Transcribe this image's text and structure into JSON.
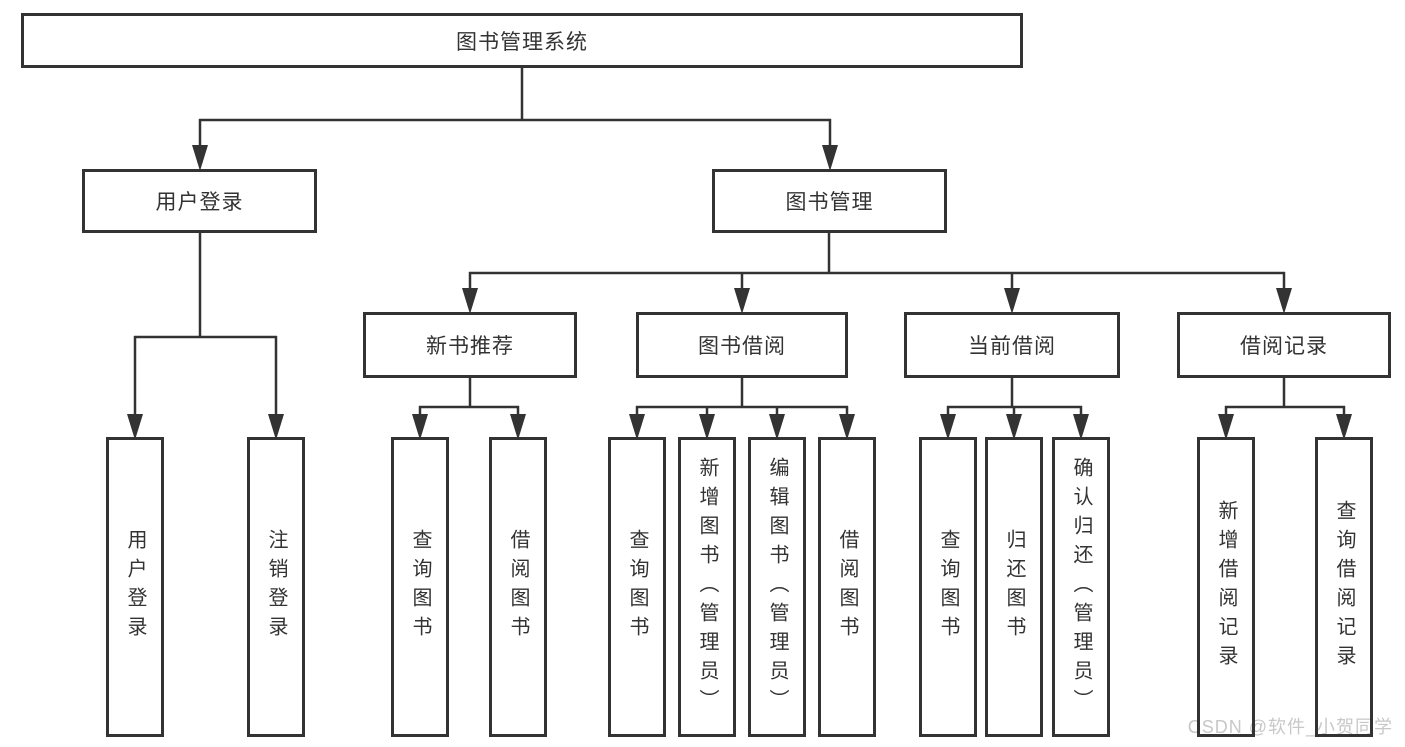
{
  "diagram": {
    "root": "图书管理系统",
    "user_login": {
      "label": "用户登录",
      "children": [
        "用户登录",
        "注销登录"
      ]
    },
    "book_mgmt": {
      "label": "图书管理",
      "sections": {
        "new_book_recommend": {
          "label": "新书推荐",
          "children": [
            "查询图书",
            "借阅图书"
          ]
        },
        "book_borrow": {
          "label": "图书借阅",
          "children": [
            "查询图书",
            "新增图书（管理员）",
            "编辑图书（管理员）",
            "借阅图书"
          ]
        },
        "current_borrow": {
          "label": "当前借阅",
          "children": [
            "查询图书",
            "归还图书",
            "确认归还（管理员）"
          ]
        },
        "borrow_record": {
          "label": "借阅记录",
          "children": [
            "新增借阅记录",
            "查询借阅记录"
          ]
        }
      }
    }
  },
  "watermark": "CSDN @软件_小贺同学",
  "colors": {
    "line": "#333333",
    "text": "#333333",
    "watermark": "#c8c8c8",
    "background": "#ffffff"
  }
}
